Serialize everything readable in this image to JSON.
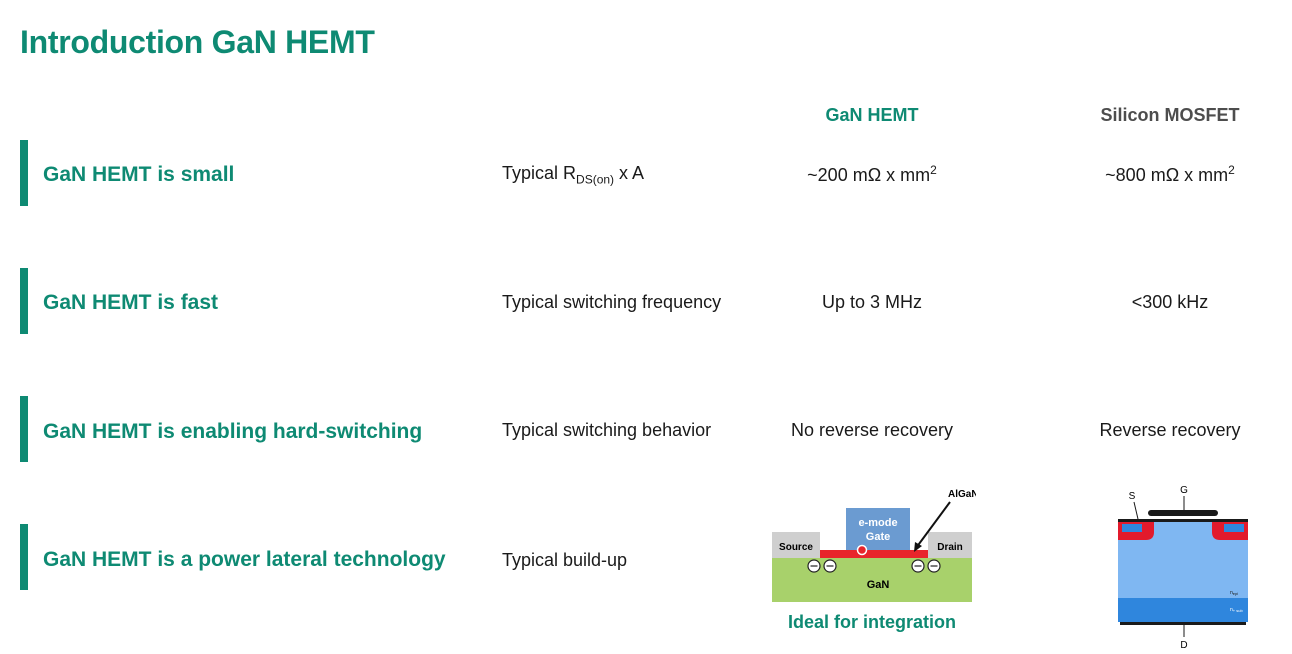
{
  "title": "Introduction GaN HEMT",
  "columns": {
    "gan": "GaN HEMT",
    "si": "Silicon  MOSFET"
  },
  "rows": [
    {
      "label": "GaN HEMT is small",
      "metric_main": "Typical R",
      "metric_sub": "DS(on)",
      "metric_tail": " x A",
      "gan_main": "~200 mΩ x mm",
      "gan_sup": "2",
      "si_main": "~800 mΩ x mm",
      "si_sup": "2"
    },
    {
      "label": "GaN HEMT is fast",
      "metric": "Typical switching frequency",
      "gan": "Up to 3 MHz",
      "si": "<300 kHz"
    },
    {
      "label": "GaN HEMT is enabling hard-switching",
      "metric": "Typical switching behavior",
      "gan": "No reverse recovery",
      "si": "Reverse recovery"
    },
    {
      "label": "GaN HEMT is a power lateral technology",
      "metric": "Typical build-up"
    }
  ],
  "hemt": {
    "algan": "AlGaN",
    "gate_line1": "e-mode",
    "gate_line2": "Gate",
    "source": "Source",
    "drain": "Drain",
    "gan": "GaN",
    "caption": "Ideal for integration",
    "colors": {
      "substrate": "#a8d16b",
      "gate": "#6b9bd1",
      "channel": "#e8242b",
      "contacts": "#cfcfcf"
    }
  },
  "mosfet": {
    "s": "S",
    "g": "G",
    "d": "D",
    "nepi": "n",
    "nepi_sub": "epi",
    "nsub": "n",
    "nsub_sub": "+ sub",
    "colors": {
      "drift": "#7fb7f2",
      "substrate": "#2f86dd",
      "well": "#e21a2c",
      "metal": "#1a1a1a"
    }
  }
}
